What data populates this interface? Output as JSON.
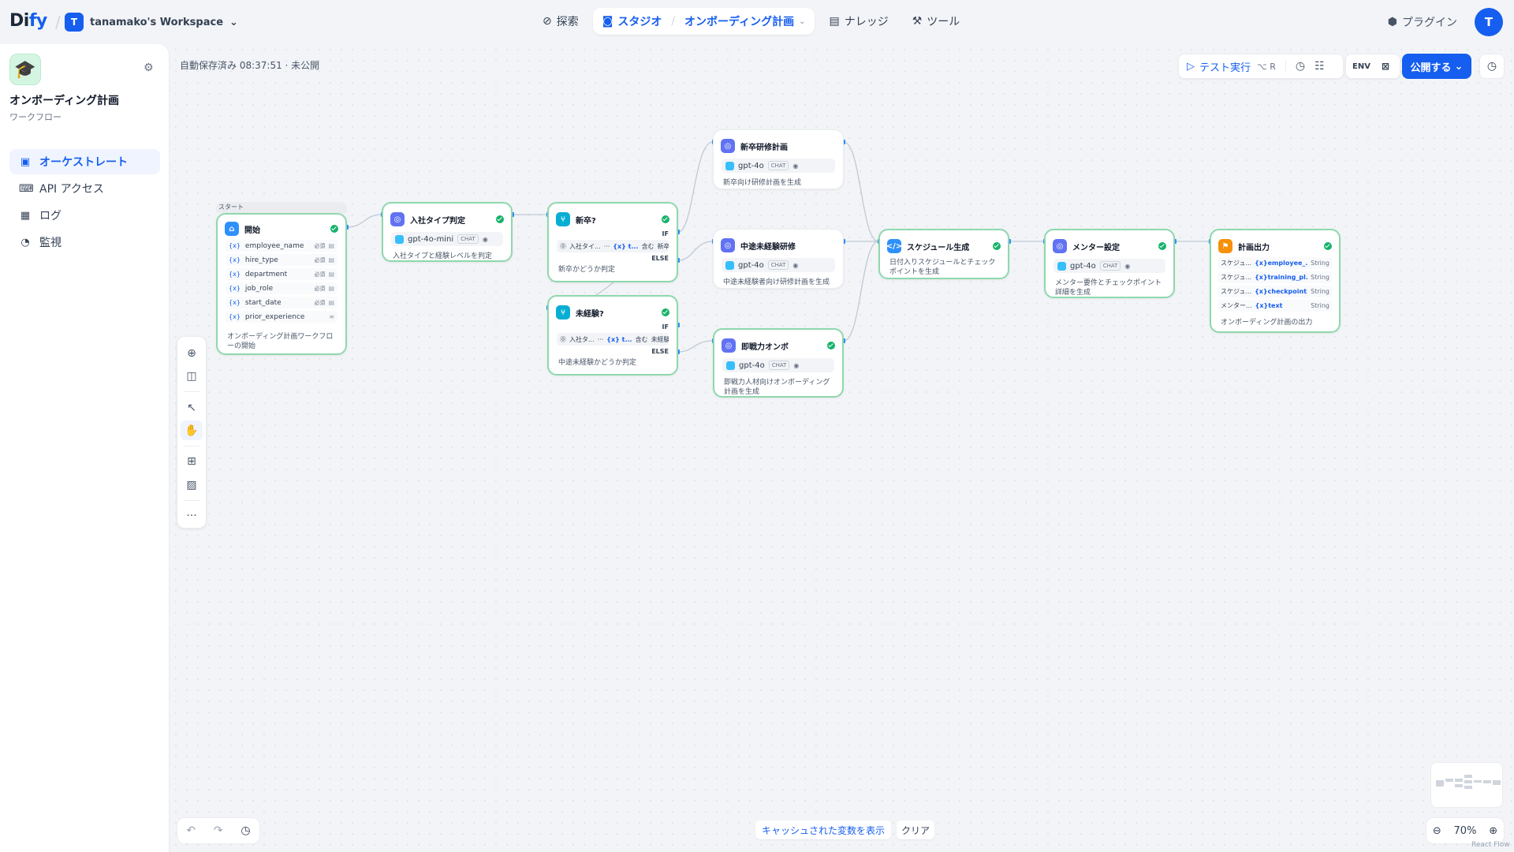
{
  "header": {
    "logo_main": "Di",
    "logo_accent": "fy",
    "workspace_initial": "T",
    "workspace_name": "tanamako's Workspace",
    "nav": {
      "explore": "探索",
      "studio": "スタジオ",
      "app_name": "オンボーディング計画",
      "knowledge": "ナレッジ",
      "tools": "ツール"
    },
    "plugins": "プラグイン",
    "user_initial": "T"
  },
  "sidebar": {
    "app_name": "オンボーディング計画",
    "app_type": "ワークフロー",
    "items": [
      {
        "label": "オーケストレート",
        "active": true
      },
      {
        "label": "API アクセス"
      },
      {
        "label": "ログ"
      },
      {
        "label": "監視"
      }
    ]
  },
  "canvas": {
    "autosave": "自動保存済み 08:37:51 · 未公開",
    "run_label": "テスト実行",
    "run_shortcut": "⌥ R",
    "env_label": "ENV",
    "publish_label": "公開する",
    "group_label": "スタート",
    "cache_button": "キャッシュされた変数を表示",
    "clear_button": "クリア",
    "zoom": "70%",
    "react_flow": "React Flow"
  },
  "nodes": {
    "start": {
      "title": "開始",
      "vars": [
        {
          "name": "employee_name",
          "req": "必須"
        },
        {
          "name": "hire_type",
          "req": "必須"
        },
        {
          "name": "department",
          "req": "必須"
        },
        {
          "name": "job_role",
          "req": "必須"
        },
        {
          "name": "start_date",
          "req": "必須"
        },
        {
          "name": "prior_experience",
          "req": ""
        }
      ],
      "desc": "オンボーディング計画ワークフローの開始"
    },
    "type_judge": {
      "title": "入社タイプ判定",
      "model": "gpt-4o-mini",
      "badge": "CHAT",
      "desc": "入社タイプと経験レベルを判定"
    },
    "new_grad": {
      "title": "新卒?",
      "if": "IF",
      "else": "ELSE",
      "cond_left": "入社タイ...",
      "cond_dots": "···",
      "cond_var": "{x} t...",
      "cond_op": "含む",
      "cond_val": "新卒",
      "desc": "新卒かどうか判定"
    },
    "no_exp": {
      "title": "未経験?",
      "if": "IF",
      "else": "ELSE",
      "cond_left": "入社タ...",
      "cond_dots": "···",
      "cond_var": "{x} t...",
      "cond_op": "含む",
      "cond_val": "未経験",
      "desc": "中途未経験かどうか判定"
    },
    "grad_train": {
      "title": "新卒研修計画",
      "model": "gpt-4o",
      "badge": "CHAT",
      "desc": "新卒向け研修計画を生成"
    },
    "mid_train": {
      "title": "中途未経験研修",
      "model": "gpt-4o",
      "badge": "CHAT",
      "desc": "中途未経験者向け研修計画を生成"
    },
    "ready_onb": {
      "title": "即戦力オンボ",
      "model": "gpt-4o",
      "badge": "CHAT",
      "desc": "即戦力人材向けオンボーディング計画を生成"
    },
    "schedule": {
      "title": "スケジュール生成",
      "desc": "日付入りスケジュールとチェックポイントを生成"
    },
    "mentor": {
      "title": "メンター設定",
      "model": "gpt-4o",
      "badge": "CHAT",
      "desc": "メンター要件とチェックポイント詳細を生成"
    },
    "output": {
      "title": "計画出力",
      "rows": [
        {
          "src": "スケジュ...",
          "var": "{x}employee_...",
          "type": "String"
        },
        {
          "src": "スケジュ...",
          "var": "{x}training_pl...",
          "type": "String"
        },
        {
          "src": "スケジュ...",
          "var": "{x}checkpoint...",
          "type": "String"
        },
        {
          "src": "メンター...",
          "var": "{x}text",
          "type": "String"
        }
      ],
      "desc": "オンボーディング計画の出力"
    }
  }
}
